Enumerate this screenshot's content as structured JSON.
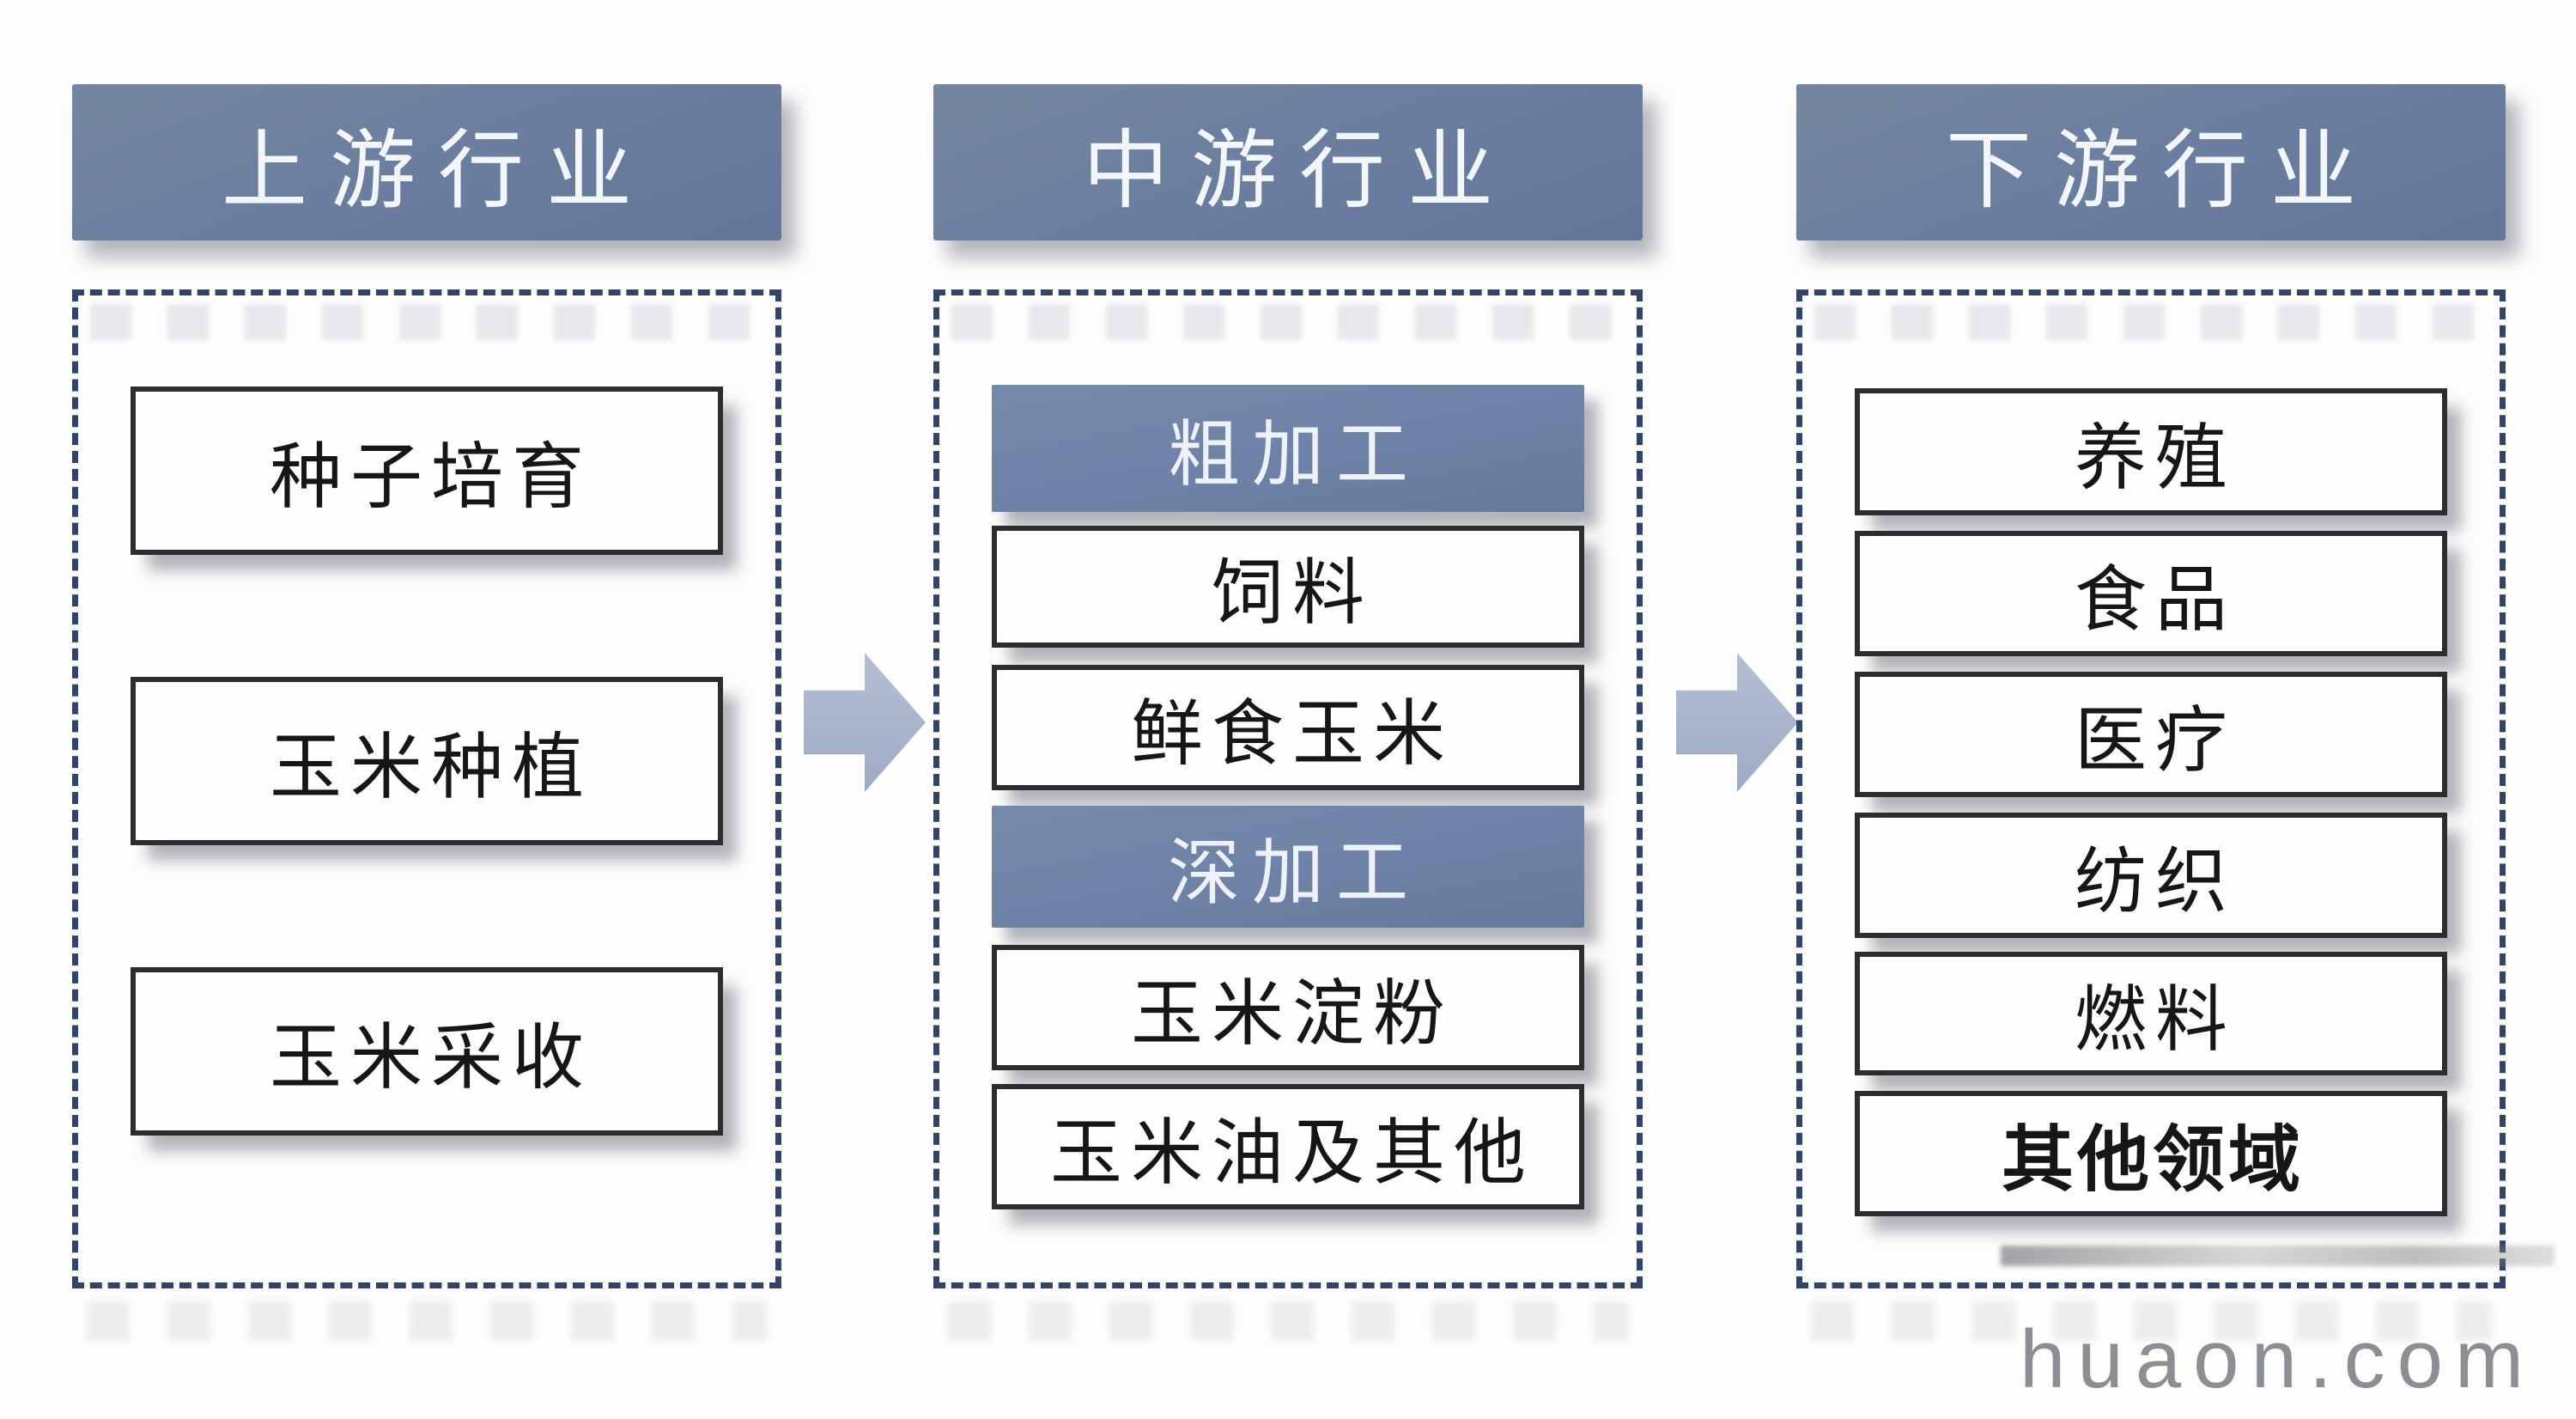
{
  "columns": [
    {
      "header": "上游行业",
      "items": [
        {
          "label": "种子培育"
        },
        {
          "label": "玉米种植"
        },
        {
          "label": "玉米采收"
        }
      ]
    },
    {
      "header": "中游行业",
      "items": [
        {
          "label": "粗加工",
          "style": "subheader"
        },
        {
          "label": "饲料"
        },
        {
          "label": "鲜食玉米"
        },
        {
          "label": "深加工",
          "style": "subheader"
        },
        {
          "label": "玉米淀粉"
        },
        {
          "label": "玉米油及其他"
        }
      ]
    },
    {
      "header": "下游行业",
      "items": [
        {
          "label": "养殖"
        },
        {
          "label": "食品"
        },
        {
          "label": "医疗"
        },
        {
          "label": "纺织"
        },
        {
          "label": "燃料"
        },
        {
          "label": "其他领域",
          "emphasis": "bold"
        }
      ]
    }
  ],
  "watermark": {
    "text": "huaon.com"
  },
  "colors": {
    "column_header_bg": "#6a7d9f",
    "subheader_bg": "#6e83a7",
    "dashed_border": "#30436a",
    "box_border": "#2d2d2d",
    "box_bg": "#fefefe",
    "arrow_fill": "#a7b4cb",
    "header_text": "#f3f6fa",
    "box_text": "#161616",
    "watermark_text": "#73787e"
  }
}
